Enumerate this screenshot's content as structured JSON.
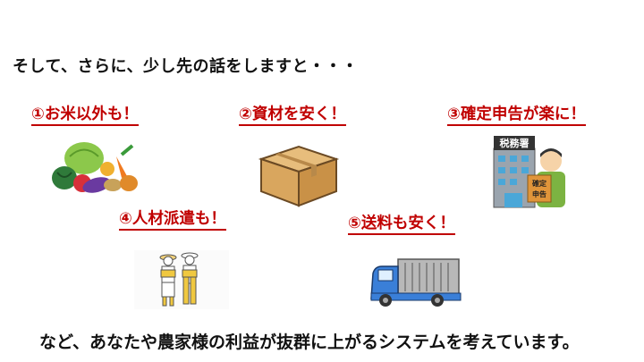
{
  "intro": "そして、さらに、少し先の話をしますと・・・",
  "benefits": [
    {
      "label": "①お米以外も！",
      "illustration": "vegetables"
    },
    {
      "label": "②資材を安く！",
      "illustration": "cardboard-box"
    },
    {
      "label": "③確定申告が楽に！",
      "illustration": "tax-office",
      "sign_text": "税務署",
      "paper_text": "確定申告"
    },
    {
      "label": "④人材派遣も！",
      "illustration": "farm-workers"
    },
    {
      "label": "⑤送料も安く！",
      "illustration": "delivery-truck"
    }
  ],
  "outro": "など、あなたや農家様の利益が抜群に上がるシステムを考えています。",
  "colors": {
    "heading": "#c00000",
    "text": "#111111"
  }
}
